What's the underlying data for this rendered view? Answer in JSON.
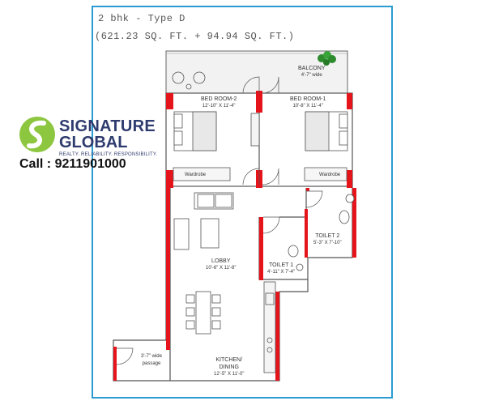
{
  "plan": {
    "title_line1": "2 bhk - Type D",
    "title_line2": "(621.23 SQ. FT. + 94.94 SQ. FT.)",
    "rooms": [
      {
        "id": "balcony",
        "name": "BALCONY",
        "dims": "4'-7\" wide"
      },
      {
        "id": "bedroom2",
        "name": "BED ROOM-2",
        "dims": "12'-10\" X 11'-4\""
      },
      {
        "id": "bedroom1",
        "name": "BED ROOM-1",
        "dims": "10'-8\" X 11'-4\""
      },
      {
        "id": "wardrobe_left",
        "name": "Wardrobe",
        "dims": ""
      },
      {
        "id": "wardrobe_right",
        "name": "Wardrobe",
        "dims": ""
      },
      {
        "id": "lobby",
        "name": "LOBBY",
        "dims": "10'-6\" X 11'-8\""
      },
      {
        "id": "toilet2",
        "name": "TOILET 2",
        "dims": "5'-3\" X 7'-10\""
      },
      {
        "id": "toilet1",
        "name": "TOILET 1",
        "dims": "4'-11\" X 7'-4\""
      },
      {
        "id": "passage",
        "name": "3'-7\" wide",
        "dims": "passage"
      },
      {
        "id": "kitchen",
        "name": "KITCHEN/",
        "name2": "DINING",
        "dims": "12'-5\" X 11'-0\""
      }
    ]
  },
  "brand": {
    "name_line1": "SIGNATURE",
    "name_line2": "GLOBAL",
    "tagline": "REALTY. RELIABILITY. RESPONSIBILITY.",
    "call": "Call : 9211901000",
    "colors": {
      "navy": "#2e3b6e",
      "green": "#8dc63f",
      "accent": "#2a9bd0",
      "wall_red": "#e5141b"
    }
  }
}
